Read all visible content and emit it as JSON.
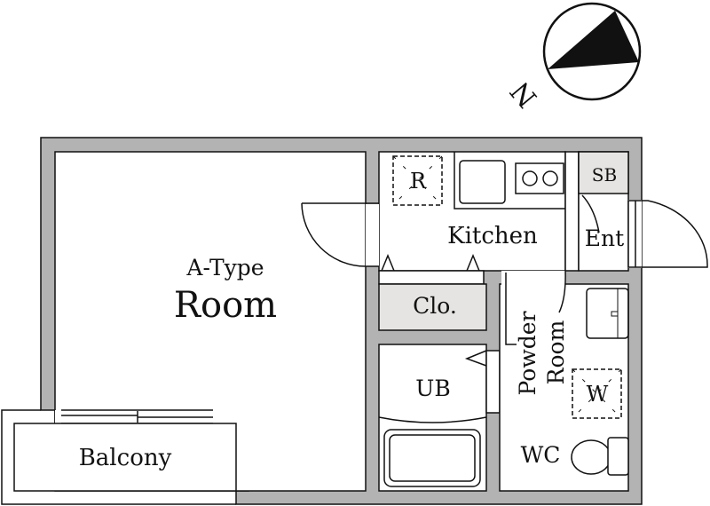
{
  "floor_plan": {
    "compass": {
      "label": "N"
    },
    "rooms": {
      "main_type": "A-Type",
      "main": "Room",
      "balcony": "Balcony",
      "kitchen": "Kitchen",
      "refrigerator": "R",
      "entrance": "Ent",
      "shoe_box": "SB",
      "closet": "Clo.",
      "unit_bath": "UB",
      "powder_room_1": "Powder",
      "powder_room_2": "Room",
      "washer": "W",
      "toilet": "WC"
    },
    "colors": {
      "wall": "#b3b3b3",
      "storage": "#e6e4e2",
      "line": "#111111"
    }
  }
}
